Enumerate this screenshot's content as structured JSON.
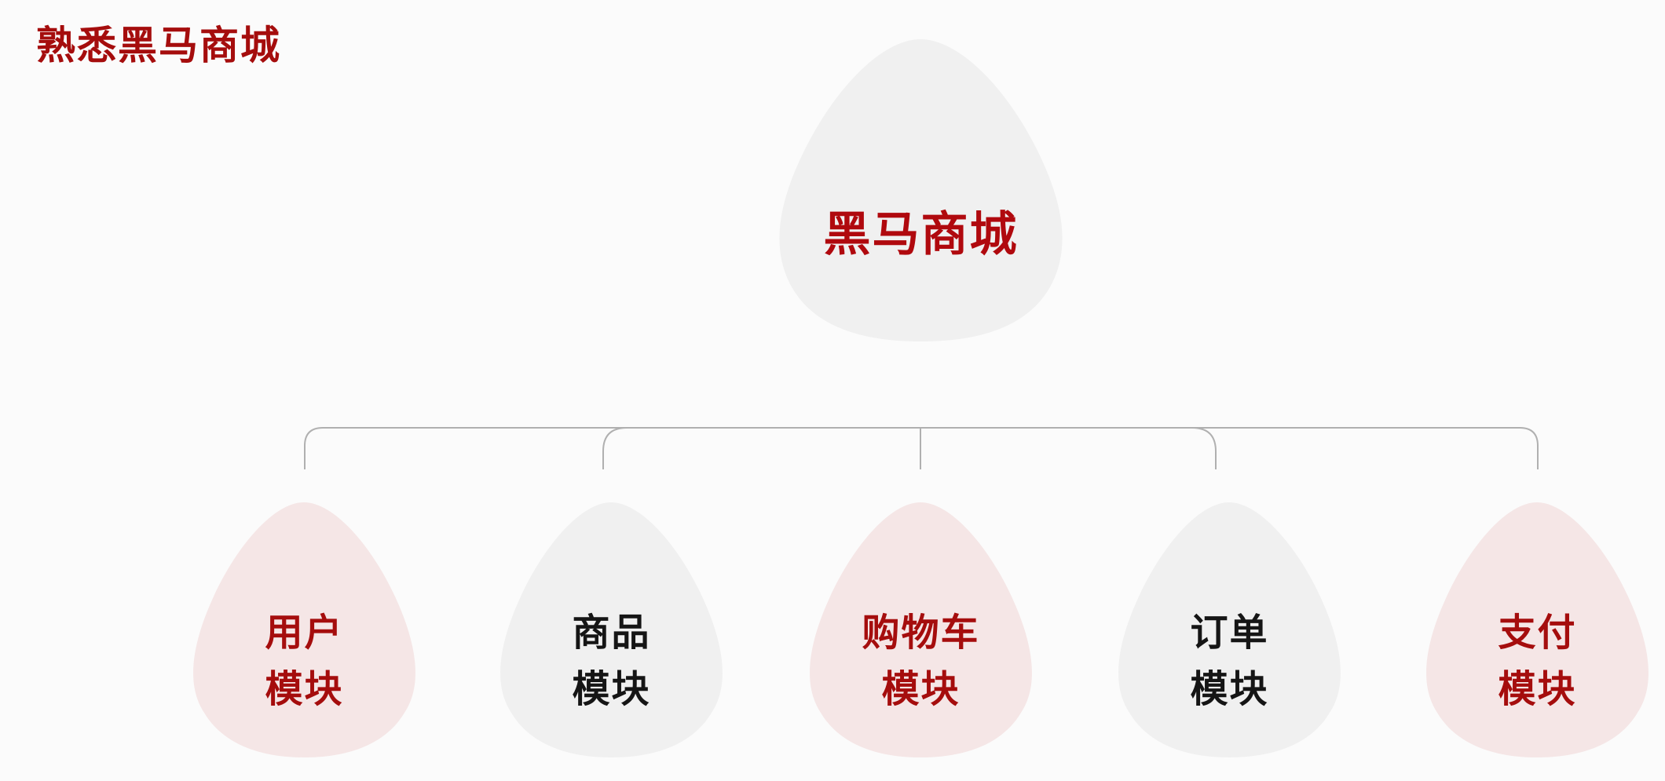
{
  "title": "熟悉黑马商城",
  "root": {
    "label": "黑马商城"
  },
  "modules": [
    {
      "line1": "用户",
      "line2": "模块",
      "theme": "red"
    },
    {
      "line1": "商品",
      "line2": "模块",
      "theme": "dark"
    },
    {
      "line1": "购物车",
      "line2": "模块",
      "theme": "red"
    },
    {
      "line1": "订单",
      "line2": "模块",
      "theme": "dark"
    },
    {
      "line1": "支付",
      "line2": "模块",
      "theme": "red"
    }
  ],
  "colors": {
    "accent_red": "#a50d0d",
    "dark_text": "#151515",
    "blob_gray": "#f0f0f0",
    "blob_pink": "#f5e6e6",
    "connector": "#b0b0b0"
  }
}
